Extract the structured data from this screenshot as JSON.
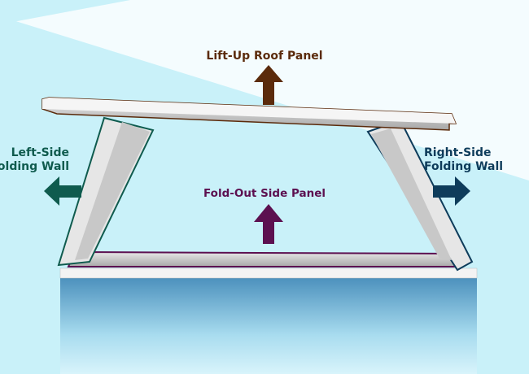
{
  "labels": {
    "roof": "Lift-Up Roof Panel",
    "left_wall_line1": "Left-Side",
    "left_wall_line2": "Folding Wall",
    "right_wall_line1": "Right-Side",
    "right_wall_line2": "Folding Wall",
    "fold_out": "Fold-Out Side Panel"
  },
  "colors": {
    "roof": "#5b2b0c",
    "left_wall": "#0f5b4e",
    "right_wall": "#0e3c5b",
    "fold_out": "#5c1050",
    "background": "#c9f1f9"
  },
  "icons": [
    "arrow-up-icon",
    "arrow-left-icon",
    "arrow-right-icon",
    "arrow-up-icon"
  ]
}
